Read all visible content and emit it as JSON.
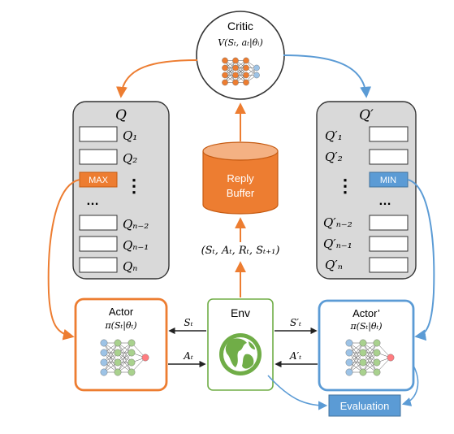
{
  "critic": {
    "title": "Critic",
    "formula": "V(Sₜ, aₜ|θᵢ)"
  },
  "q_left": {
    "title": "Q",
    "labels": [
      "Q₁",
      "Q₂",
      "⋮",
      "…",
      "Qₙ₋₂",
      "Qₙ₋₁",
      "Qₙ"
    ],
    "max_label": "MAX"
  },
  "q_right": {
    "title": "Q′",
    "labels": [
      "Q′₁",
      "Q′₂",
      "⋮",
      "…",
      "Q′ₙ₋₂",
      "Q′ₙ₋₁",
      "Q′ₙ"
    ],
    "min_label": "MIN"
  },
  "buffer": {
    "line1": "Reply",
    "line2": "Buffer"
  },
  "transition": "(Sₜ, Aₜ, Rₜ, Sₜ₊₁)",
  "actor": {
    "title": "Actor",
    "formula": "π(Sₜ|θₜ)"
  },
  "actor_prime": {
    "title": "Actor’",
    "formula": "π(Sₜ|θₜ)"
  },
  "env": {
    "title": "Env"
  },
  "arrows": {
    "st": "Sₜ",
    "at": "Aₜ",
    "st_prime": "S′ₜ",
    "at_prime": "A′ₜ"
  },
  "evaluation": {
    "label": "Evaluation"
  },
  "colors": {
    "orange": "#ed7d31",
    "blue": "#5b9bd5",
    "green": "#70ad47",
    "gray": "#d9d9d9"
  }
}
